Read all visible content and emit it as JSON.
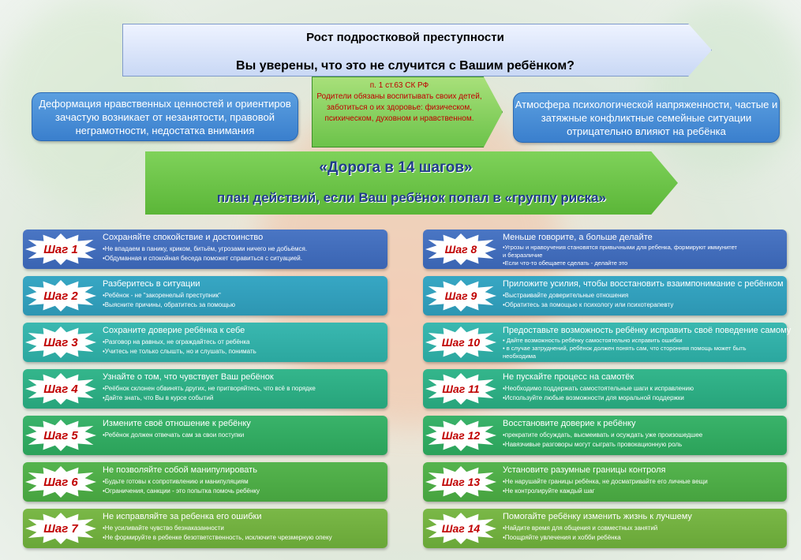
{
  "header": {
    "title": "Рост подростковой преступности",
    "subtitle": "Вы уверены, что это не случится с Вашим ребёнком?"
  },
  "info_left": "Деформация нравственных ценностей и ориентиров зачастую возникает от незанятости, правовой неграмотности, недостатка внимания",
  "info_right": "Атмосфера психологической напряженности, частые и затяжные конфликтные семейные ситуации отрицательно влияют на ребёнка",
  "law": {
    "ref": "п. 1 ст.63 СК РФ",
    "text": "Родители обязаны воспитывать своих детей, заботиться о их здоровье: физическом, психическом, духовном и нравственном."
  },
  "road": {
    "title": "«Дорога в 14 шагов»",
    "subtitle": "план действий, если Ваш ребёнок попал в «группу риска»"
  },
  "steps_left": [
    {
      "badge": "Шаг 1",
      "title": "Сохраняйте спокойствие и достоинство",
      "bullets": [
        "•Не впадаем в панику, криком, битьём, угрозами ничего не добьёмся.",
        "•Обдуманная и спокойная беседа поможет справиться с ситуацией."
      ]
    },
    {
      "badge": "Шаг 2",
      "title": "Разберитесь в ситуации",
      "bullets": [
        "•Ребёнок - не \"закоренелый преступник\"",
        "•Выясните причины, обратитесь за помощью"
      ]
    },
    {
      "badge": "Шаг 3",
      "title": "Сохраните доверие ребёнка к себе",
      "bullets": [
        "•Разговор на равных, не ограждайтесь от ребёнка",
        "•Учитесь не только слышть, но и слушать, понимать"
      ]
    },
    {
      "badge": "Шаг 4",
      "title": "Узнайте о том, что чувствует Ваш ребёнок",
      "bullets": [
        "•Реёбнок склонен обвинять других, не притворяйтесь, что всё в порядке",
        "•Дайте знать, что Вы в курсе событий"
      ]
    },
    {
      "badge": "Шаг 5",
      "title": "Измените своё отношение к ребёнку",
      "bullets": [
        "•Ребёнок должен отвечать сам за свои поступки"
      ]
    },
    {
      "badge": "Шаг 6",
      "title": "Не позволяйте собой манипулировать",
      "bullets": [
        "•Будьте готовы к сопротивлению и манипуляциям",
        "•Ограничения, санкции - это попытка помочь ребёнку"
      ]
    },
    {
      "badge": "Шаг 7",
      "title": "Не исправляйте за ребенка его ошибки",
      "bullets": [
        "•Не усиливайте чувство безнаказанности",
        "•Не формируйте в ребенке безответственность, исключите чрезмерную опеку"
      ]
    }
  ],
  "steps_right": [
    {
      "badge": "Шаг 8",
      "title": "Меньше говорите, а больше делайте",
      "bullets": [
        "•Угрозы и нравоучения становятся привычными для ребенка, формируют иммунитет",
        "и безразличие",
        "•Если что-то обещаете сделать - делайте это"
      ]
    },
    {
      "badge": "Шаг 9",
      "title": "Приложите усилия, чтобы восстановить взаимпонимание с ребёнком",
      "bullets": [
        "•Выстраивайте доверительные отношения",
        "•Обратитесь за помощью к психологу или психотерапевту"
      ]
    },
    {
      "badge": "Шаг 10",
      "title": "Предоставьте возможность ребёнку исправить своё поведение самому",
      "bullets": [
        "• Дайте возможность ребёнку самостоятельно исправить ошибки",
        "• в случае затруднений, ребёнок должен понять сам, что сторонняя помощь может быть",
        "необходима"
      ]
    },
    {
      "badge": "Шаг 11",
      "title": "Не пускайте процесс на самотёк",
      "bullets": [
        "•Необходимо поддержать самостоятельные шаги к исправлению",
        "•Используйте любые возможности для моральной поддержки"
      ]
    },
    {
      "badge": "Шаг 12",
      "title": "Восстановите доверие к ребёнку",
      "bullets": [
        "•прекратите обсуждать, высмеивать и осуждать уже произошедшее",
        "•Навязчивые разговоры  могут сыграть провокационную роль"
      ]
    },
    {
      "badge": "Шаг 13",
      "title": "Установите разумные границы контроля",
      "bullets": [
        "•Не нарушайте границы ребёнка, не досматривайте его личные вещи",
        "•Не контролируйте каждый шаг"
      ]
    },
    {
      "badge": "Шаг 14",
      "title": "Помогайте ребёнку изменить жизнь к лучшему",
      "bullets": [
        "•Найдите время для общения и совместных занятий",
        "•Поощряйте увлечения и хобби ребёнка"
      ]
    }
  ],
  "colors": [
    "#4a76c4",
    "#37a7c4",
    "#3ab8b0",
    "#34b68c",
    "#3ab36a",
    "#55b44e",
    "#7ab847"
  ]
}
